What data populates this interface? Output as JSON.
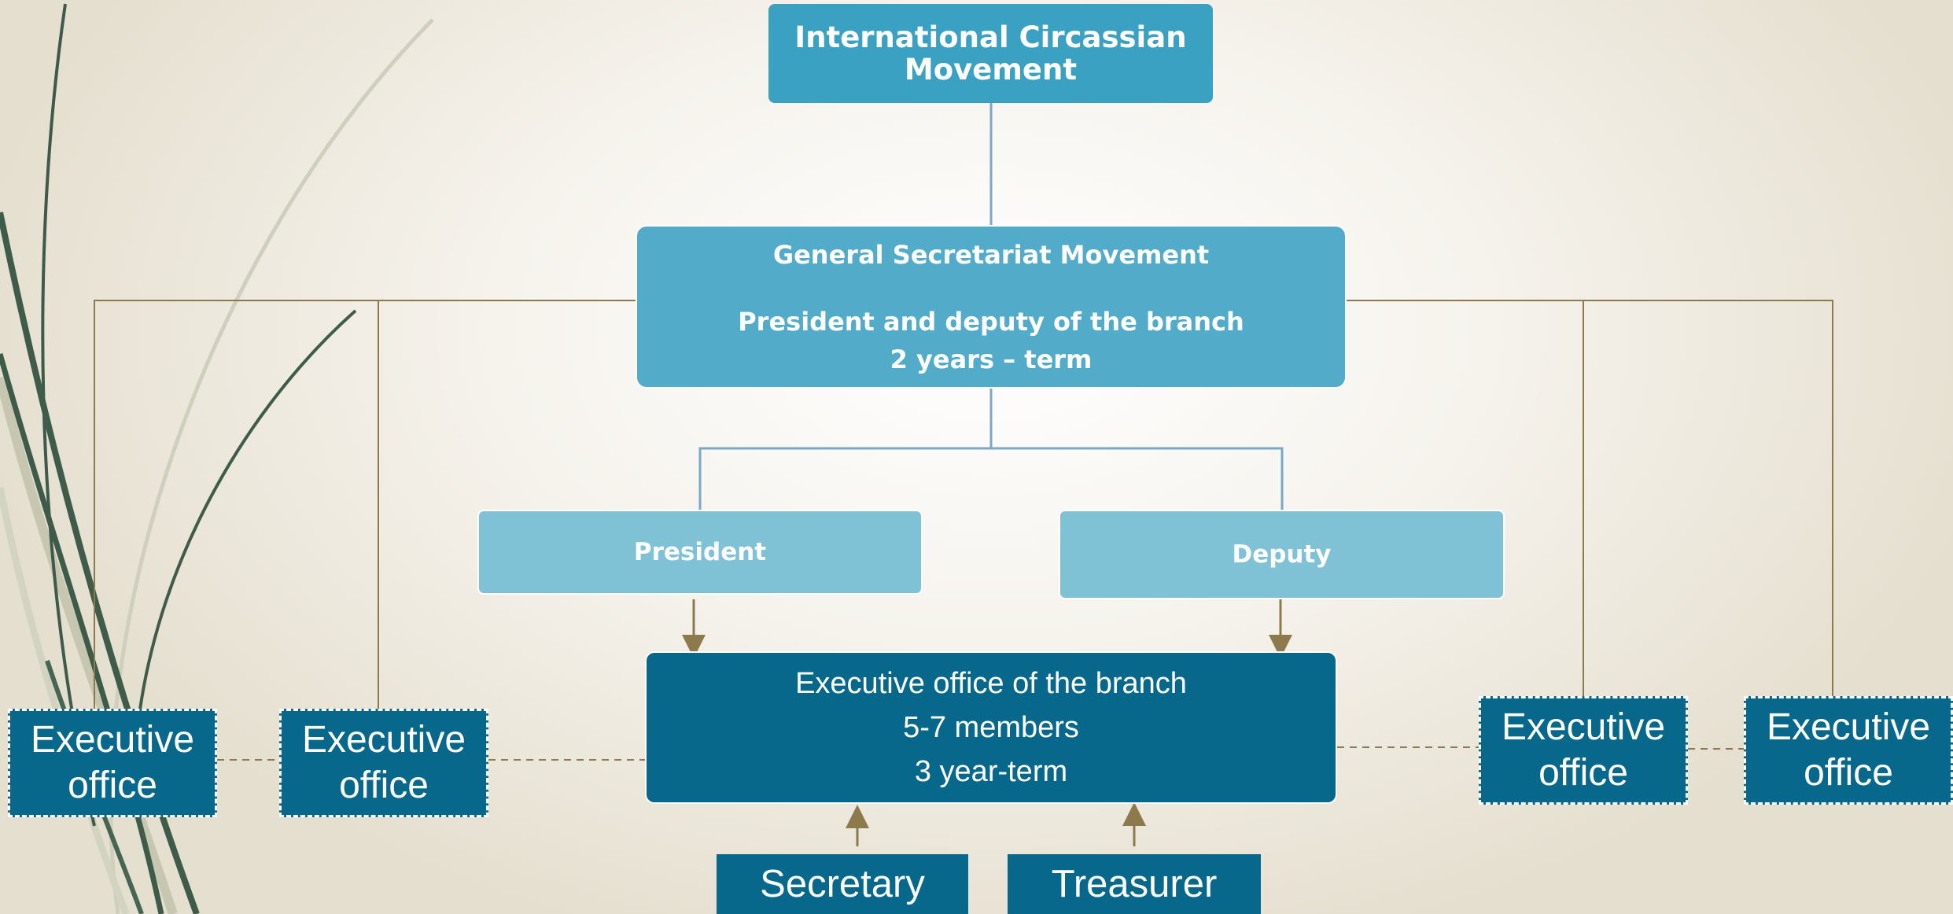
{
  "colors": {
    "top_box": "#3ba1c3",
    "general_secretariat": "#52abc9",
    "president_deputy": "#7fc1d5",
    "executive": "#08688b",
    "connector_blue": "#7aa8c6",
    "connector_olive": "#8c7a4d"
  },
  "nodes": {
    "top": {
      "line1": "International Circassian",
      "line2": "Movement"
    },
    "general_secretariat": {
      "title": "General Secretariat Movement",
      "line2": "President and deputy of the branch",
      "line3": "2 years – term"
    },
    "president": {
      "label": "President"
    },
    "deputy": {
      "label": "Deputy"
    },
    "executive_branch": {
      "line1": "Executive office of the branch",
      "line2": "5-7 members",
      "line3": "3 year-term"
    },
    "executive_offices": [
      {
        "line1": "Executive",
        "line2": "office"
      },
      {
        "line1": "Executive",
        "line2": "office"
      },
      {
        "line1": "Executive",
        "line2": "office"
      },
      {
        "line1": "Executive",
        "line2": "office"
      }
    ],
    "secretary": {
      "label": "Secretary"
    },
    "treasurer": {
      "label": "Treasurer"
    }
  }
}
